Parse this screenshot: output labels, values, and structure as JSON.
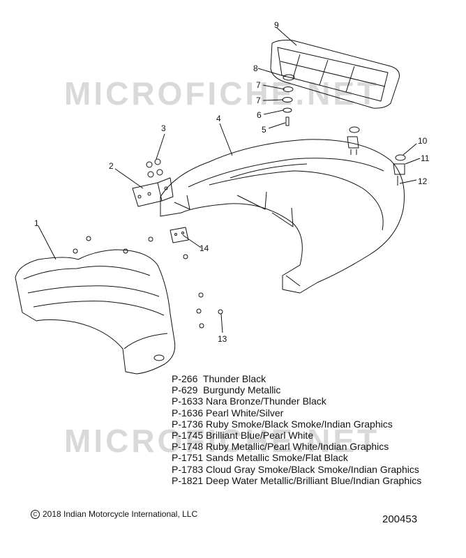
{
  "watermark": "MICROFICHE.NET",
  "callouts": [
    "1",
    "2",
    "3",
    "4",
    "5",
    "6",
    "7",
    "7",
    "8",
    "9",
    "10",
    "11",
    "12",
    "13",
    "14"
  ],
  "color_options": [
    {
      "code": "P-266",
      "name": "Thunder Black"
    },
    {
      "code": "P-629",
      "name": "Burgundy Metallic"
    },
    {
      "code": "P-1633",
      "name": "Nara Bronze/Thunder Black"
    },
    {
      "code": "P-1636",
      "name": "Pearl White/Silver"
    },
    {
      "code": "P-1736",
      "name": "Ruby Smoke/Black Smoke/Indian Graphics"
    },
    {
      "code": "P-1745",
      "name": "Brilliant Blue/Pearl White"
    },
    {
      "code": "P-1748",
      "name": "Ruby Metallic/Pearl White/Indian Graphics"
    },
    {
      "code": "P-1751",
      "name": "Sands Metallic Smoke/Flat Black"
    },
    {
      "code": "P-1783",
      "name": "Cloud Gray Smoke/Black Smoke/Indian Graphics"
    },
    {
      "code": "P-1821",
      "name": "Deep Water Metallic/Brilliant Blue/Indian Graphics"
    }
  ],
  "footer": {
    "copyright_symbol": "C",
    "copyright": "2018 Indian Motorcycle International, LLC",
    "diagram_number": "200453"
  }
}
